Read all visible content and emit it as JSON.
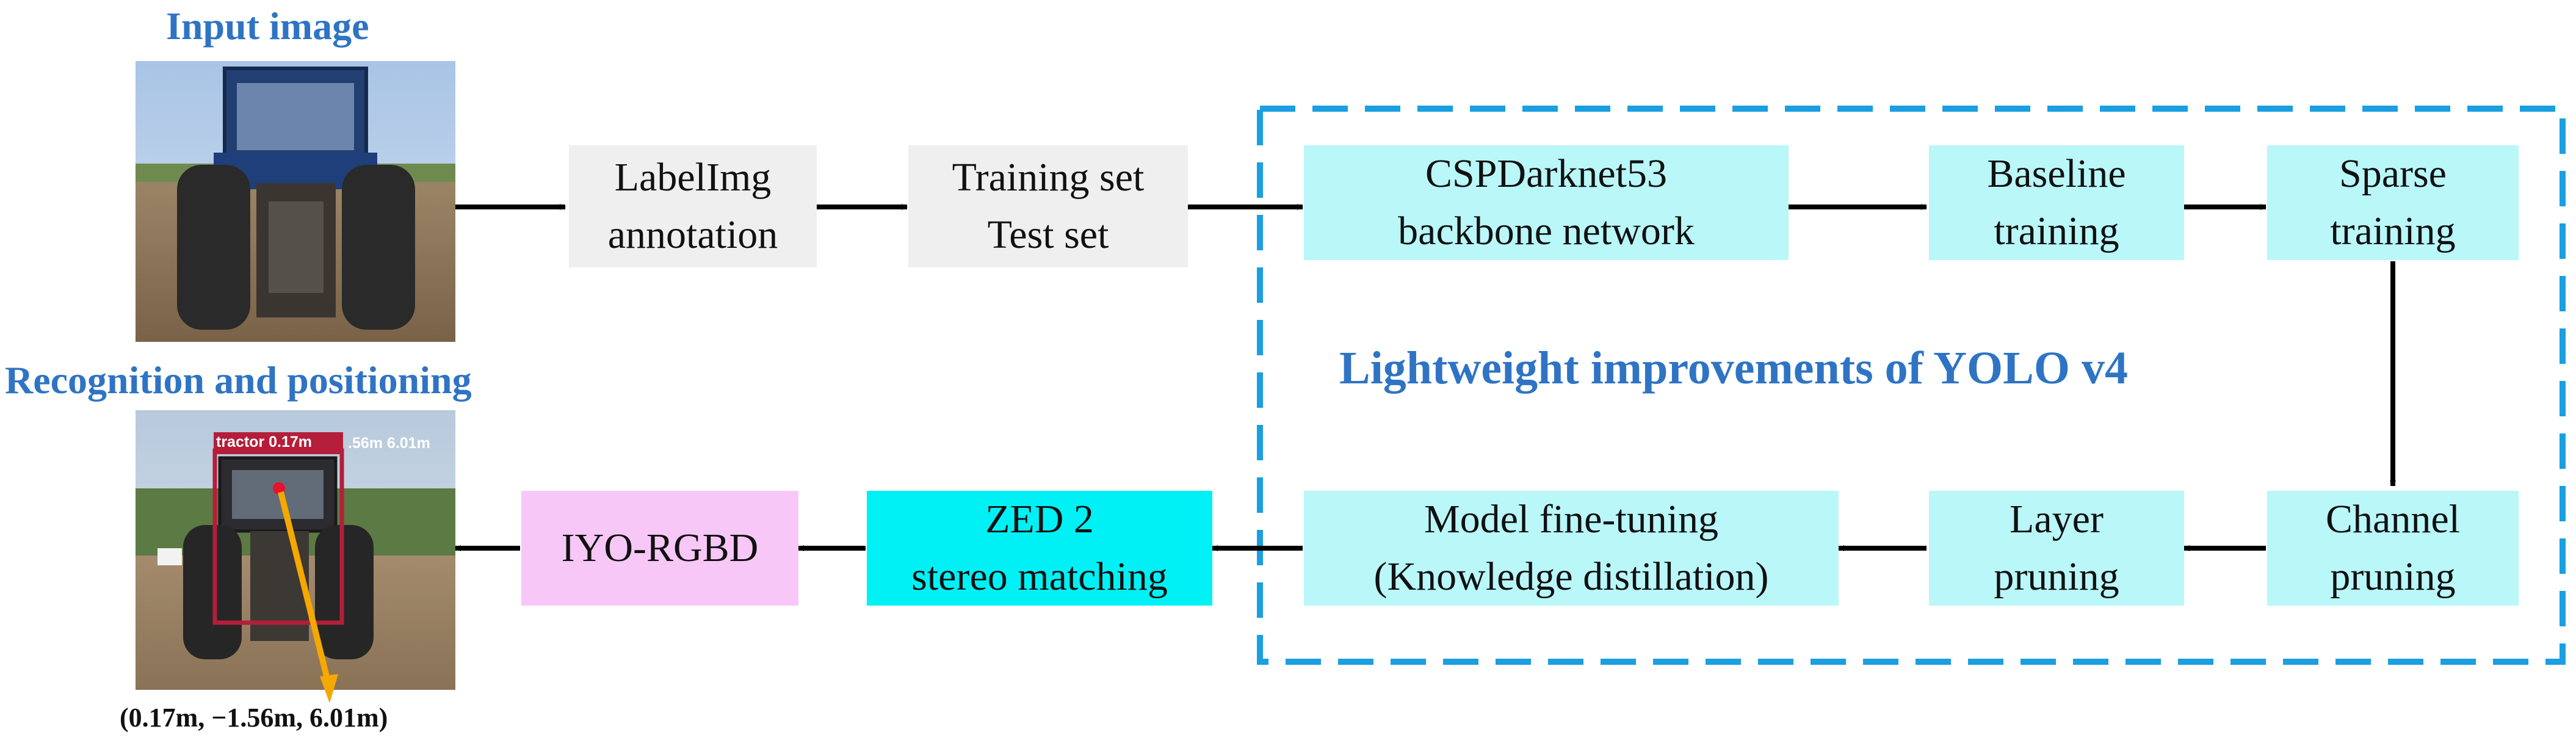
{
  "input_section": {
    "heading": "Input image"
  },
  "output_section": {
    "heading": "Recognition and positioning",
    "detection_label": "tractor 0.17m",
    "detection_extra": ".56m 6.01m",
    "coordinates": "(0.17m, −1.56m, 6.01m)"
  },
  "pipeline": {
    "labelimg": [
      "LabelImg",
      "annotation"
    ],
    "dataset": [
      "Training set",
      "Test set"
    ],
    "backbone": [
      "CSPDarknet53",
      "backbone network"
    ],
    "baseline": [
      "Baseline",
      "training"
    ],
    "sparse": [
      "Sparse",
      "training"
    ],
    "channel": [
      "Channel",
      "pruning"
    ],
    "layer": [
      "Layer",
      "pruning"
    ],
    "finetune": [
      "Model fine-tuning",
      "(Knowledge distillation)"
    ],
    "zed": [
      "ZED 2",
      "stereo matching"
    ],
    "iyo": "IYO-RGBD"
  },
  "improvement_region": {
    "title": "Lightweight improvements of YOLO v4"
  },
  "colors": {
    "heading_blue": "#2f74c4",
    "dashed_border": "#1a9fe0",
    "gray_box": "#efefef",
    "cyan_box": "#b9f7f9",
    "cyan_strong_box": "#00f1f5",
    "pink_box": "#f7c7f7",
    "pointer_arrow": "#f5a800",
    "detection_box": "#b41e3a"
  }
}
